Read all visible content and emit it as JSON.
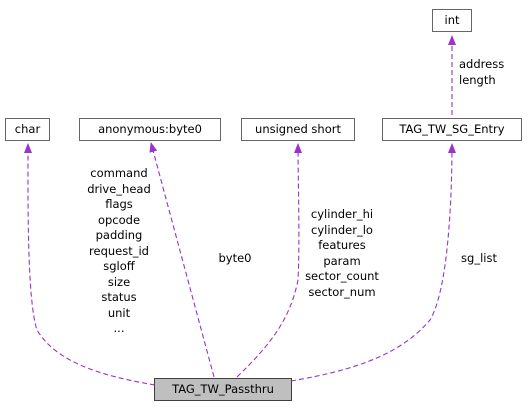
{
  "colors": {
    "edge": "#9a32cd",
    "node_border": "#666666",
    "main_node_fill": "#bfbfbf"
  },
  "nodes": {
    "char": "char",
    "anon_byte0": "anonymous:byte0",
    "ushort": "unsigned short",
    "sg_entry": "TAG_TW_SG_Entry",
    "int": "int",
    "passthru": "TAG_TW_Passthru"
  },
  "edges": {
    "char": [
      "command",
      "drive_head",
      "flags",
      "opcode",
      "padding",
      "request_id",
      "sgloff",
      "size",
      "status",
      "unit",
      "..."
    ],
    "anon_byte0": [
      "byte0"
    ],
    "ushort": [
      "cylinder_hi",
      "cylinder_lo",
      "features",
      "param",
      "sector_count",
      "sector_num"
    ],
    "sg_entry": [
      "sg_list"
    ],
    "int": [
      "address",
      "length"
    ]
  }
}
